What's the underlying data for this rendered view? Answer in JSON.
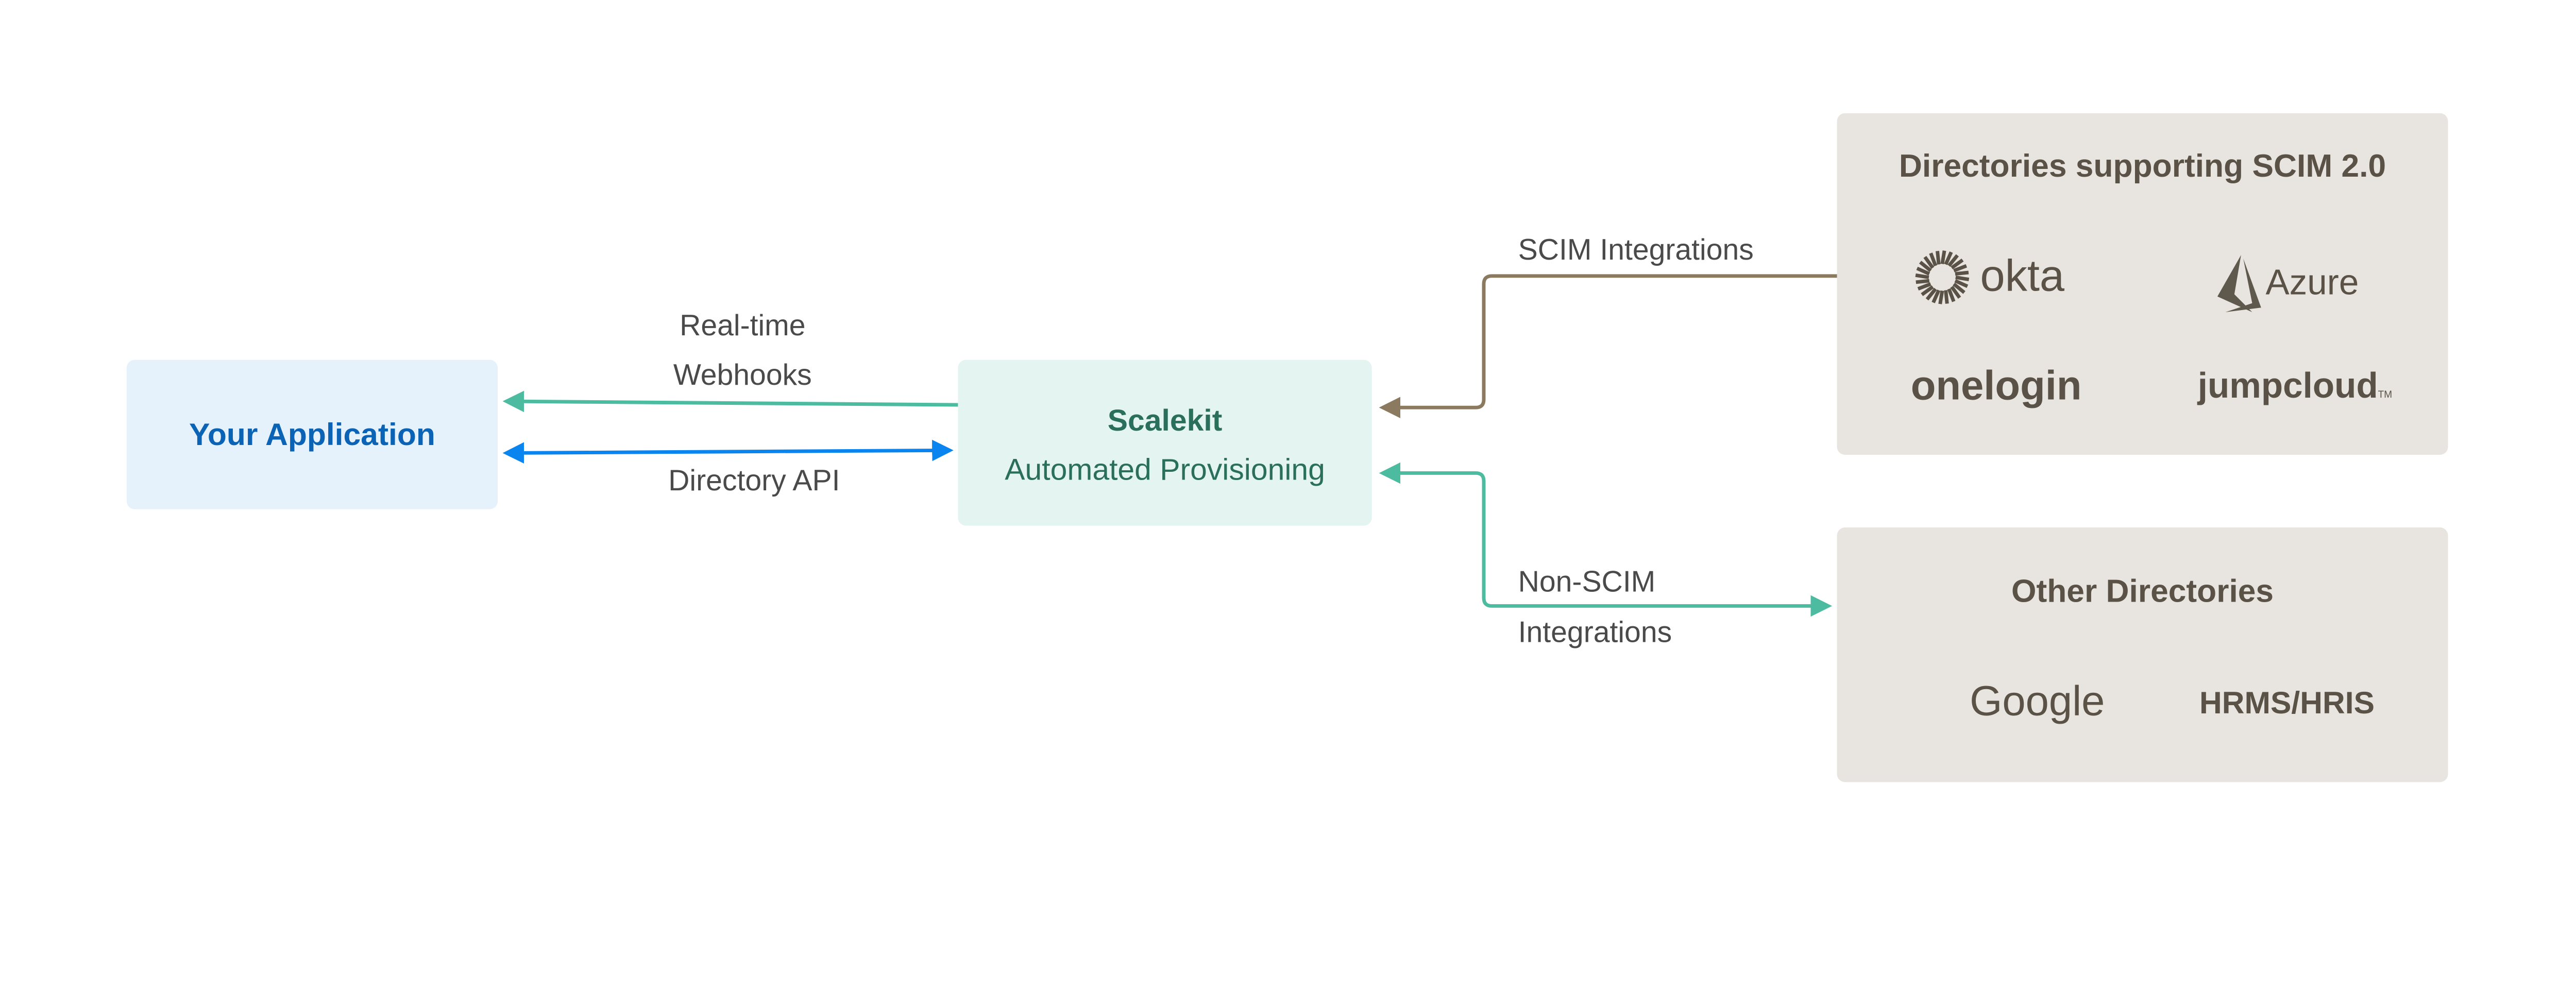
{
  "colors": {
    "app_box": "#e5f2fc",
    "app_text": "#0b63b5",
    "scalekit_box": "#e4f4f0",
    "scalekit_text": "#2a6e5c",
    "directory_box": "#e8e4df",
    "directory_text": "#5a5246",
    "webhook_arrow": "#4dbba0",
    "api_arrow": "#0a85f0",
    "scim_arrow": "#8b7a60"
  },
  "nodes": {
    "app": {
      "label": "Your Application"
    },
    "scalekit": {
      "title": "Scalekit",
      "subtitle": "Automated Provisioning"
    },
    "scim_dirs": {
      "title": "Directories supporting SCIM 2.0",
      "logos": [
        "okta",
        "Azure",
        "onelogin",
        "jumpcloud",
        "TM"
      ]
    },
    "other_dirs": {
      "title": "Other Directories",
      "logos": [
        "Google",
        "HRMS/HRIS"
      ]
    }
  },
  "edges": {
    "webhooks": {
      "line1": "Real-time",
      "line2": "Webhooks"
    },
    "api": {
      "label": "Directory API"
    },
    "scim": {
      "label": "SCIM Integrations"
    },
    "non_scim": {
      "line1": "Non-SCIM",
      "line2": "Integrations"
    }
  },
  "icons": {
    "okta": "sunburst-icon",
    "azure": "azure-triangle-icon"
  }
}
